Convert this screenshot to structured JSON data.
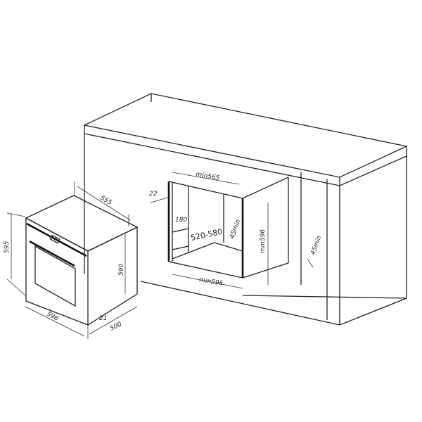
{
  "oven": {
    "height": "595",
    "depth_top": "555",
    "side_height": "590",
    "width": "596",
    "front_thickness": "21",
    "body_depth": "500"
  },
  "niche": {
    "width_top": "min565",
    "side_thickness": "22",
    "gap": "180",
    "depth": "520-580",
    "rear_clearance": "45min",
    "width_bottom": "min596",
    "height": "min596",
    "bottom_clearance": "45min"
  }
}
